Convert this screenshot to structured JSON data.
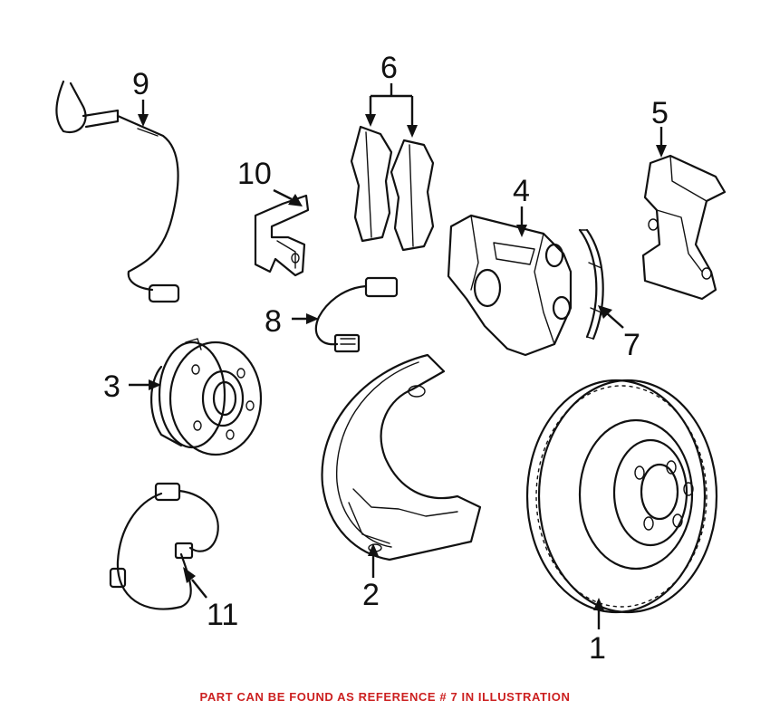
{
  "callouts": [
    "1",
    "2",
    "3",
    "4",
    "5",
    "6",
    "7",
    "8",
    "9",
    "10",
    "11"
  ],
  "footer": {
    "note": "PART CAN BE FOUND AS REFERENCE # 7 IN ILLUSTRATION",
    "color": "#cc2020"
  },
  "colors": {
    "line": "#111111",
    "background": "#ffffff"
  }
}
